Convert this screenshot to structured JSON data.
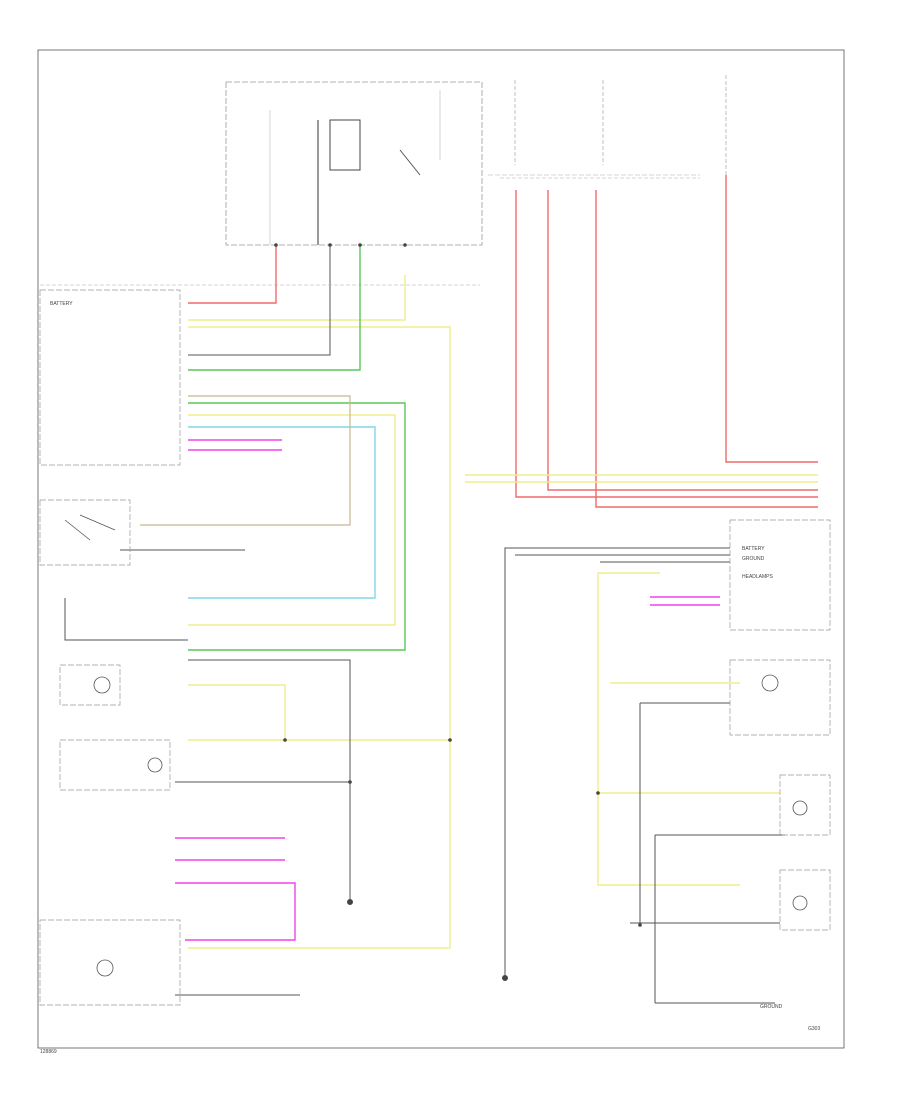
{
  "colors": {
    "red_wire": "#f06a6a",
    "yellow_wire": "#f0ee8c",
    "green_wire": "#58c858",
    "cyan_wire": "#7fd8e8",
    "magenta_wire": "#ee44ee",
    "tan_wire": "#c8b890",
    "black_wire": "#444444",
    "gray_wire": "#9a9a9a",
    "border": "#555555"
  },
  "page": {
    "footer_code": "128869"
  },
  "labels": {
    "ground_bottom_right": "G303",
    "battery_pin": "BATTERY",
    "ground_pin": "GROUND",
    "headlamps": "HEADLAMPS",
    "battery_left": "BATTERY",
    "ground_left": "GROUND"
  }
}
